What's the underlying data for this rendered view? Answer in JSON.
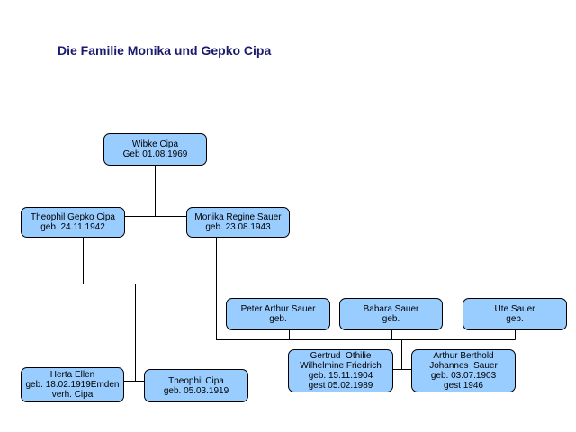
{
  "title": "Die Familie Monika und Gepko Cipa",
  "persons": {
    "wibke": [
      "Wibke Cipa",
      "Geb 01.08.1969"
    ],
    "gepko": [
      "Theophil Gepko Cipa",
      "geb. 24.11.1942"
    ],
    "monika": [
      "Monika Regine Sauer",
      "geb. 23.08.1943"
    ],
    "peter": [
      "Peter Arthur Sauer",
      "geb."
    ],
    "babara": [
      "Babara Sauer",
      "geb."
    ],
    "ute": [
      "Ute Sauer",
      "geb."
    ],
    "gertrud": [
      "Gertrud  Othilie",
      "Wilhelmine Friedrich",
      "geb. 15.11.1904",
      "gest 05.02.1989"
    ],
    "arthur": [
      "Arthur Berthold",
      "Johannes  Sauer",
      "geb. 03.07.1903",
      "gest 1946"
    ],
    "herta": [
      "Herta Ellen",
      "geb. 18.02.1919Emden",
      "verh. Cipa"
    ],
    "theophil": [
      "Theophil Cipa",
      "geb. 05.03.1919"
    ]
  }
}
